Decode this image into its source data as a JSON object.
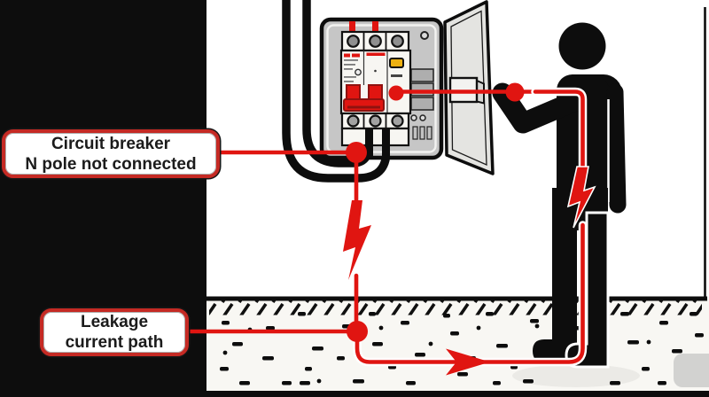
{
  "colors": {
    "ink": "#0d0d0d",
    "bg_white": "#ffffff",
    "soil_white": "#f8f7f3",
    "accent_red": "#e01511",
    "deep_red": "#c52a24",
    "dark_red": "#8f1210",
    "panel_gray": "#c6c6c6",
    "door_gray": "#e4e4e1",
    "breaker_white": "#f7f6f2",
    "button_yellow": "#eeb111",
    "terminal_gray": "#8f8f8f",
    "text_dark": "#1b1b1b"
  },
  "callouts": {
    "breaker_note": {
      "line1": "Circuit breaker",
      "line2": "N pole not connected"
    },
    "leakage_note": {
      "line1": "Leakage",
      "line2": "current path"
    }
  }
}
